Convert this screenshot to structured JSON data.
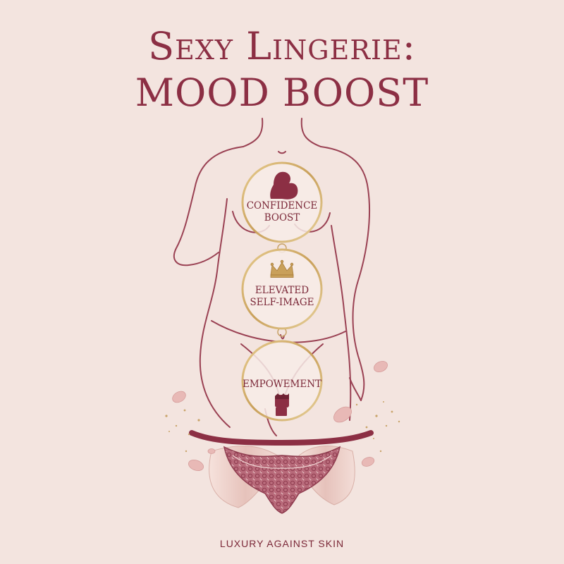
{
  "title": {
    "line1": "Sexy Lingerie:",
    "line2": "MOOD BOOST"
  },
  "badges": [
    {
      "label_line1": "CONFIDENCE",
      "label_line2": "BOOST",
      "icon": "flexed-arm-icon"
    },
    {
      "label_line1": "ELEVATED",
      "label_line2": "SELF-IMAGE",
      "icon": "crown-icon"
    },
    {
      "label_line1": "EMPOWEMENT",
      "label_line2": "",
      "icon": "raised-fist-icon"
    }
  ],
  "footer": "LUXURY AGAINST SKIN",
  "colors": {
    "background": "#f3e4df",
    "accent": "#8c2f44",
    "gold": "#c9a46a",
    "petal": "#e8b9b6",
    "lace": "#b0576a"
  }
}
